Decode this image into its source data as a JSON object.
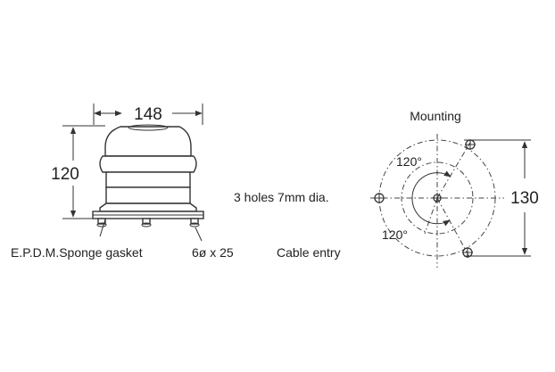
{
  "side_view": {
    "width_label": "148",
    "height_label": "120",
    "gasket_label": "E.P.D.M.Sponge gasket",
    "screw_label": "6ø x 25"
  },
  "mounting_view": {
    "title": "Mounting",
    "diameter_label": "130",
    "holes_label": "3 holes 7mm dia.",
    "angle_top_label": "120°",
    "angle_bottom_label": "120°",
    "cable_label": "Cable entry"
  }
}
